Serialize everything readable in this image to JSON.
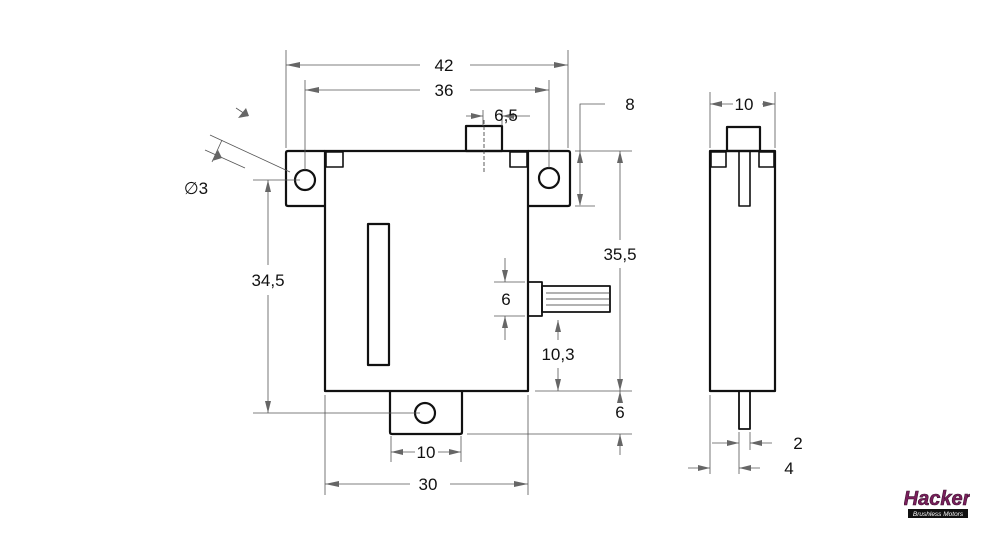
{
  "dimensions": {
    "d42": "42",
    "d36": "36",
    "d6_5": "6,5",
    "d8": "8",
    "d3": "∅3",
    "d34_5": "34,5",
    "d35_5": "35,5",
    "d6_mid": "6",
    "d10_3": "10,3",
    "d6_bot": "6",
    "d10_bot": "10",
    "d30": "30",
    "d10_side": "10",
    "d2": "2",
    "d4": "4"
  },
  "logo": {
    "brand": "Hacker",
    "tagline": "Brushless Motors",
    "brand_color": "#7a1f5c"
  }
}
